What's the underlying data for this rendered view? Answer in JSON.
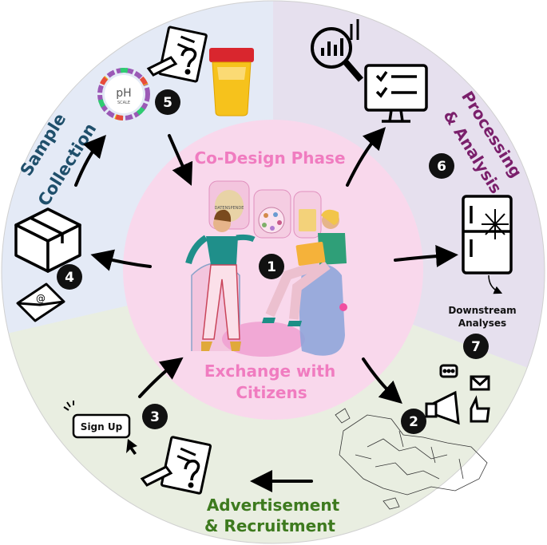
{
  "center": {
    "top_label": "Co-Design Phase",
    "bottom_label_line1": "Exchange with",
    "bottom_label_line2": "Citizens",
    "label_color": "#f07cc0",
    "step": "1",
    "jar_text": "DATENSPENDE"
  },
  "quadrants": {
    "sample_collection": {
      "line1": "Sample",
      "line2": "Collection",
      "color": "#1f4f6b",
      "bg": "#e4eaf6"
    },
    "processing": {
      "line1": "Processing",
      "line2": "& Analysis",
      "color": "#7a1f6b",
      "bg": "#e6e0ee"
    },
    "advertisement": {
      "line1": "Advertisement",
      "line2": "& Recruitment",
      "color": "#3d7a1e",
      "bg": "#e9eee1"
    }
  },
  "steps": {
    "two": "2",
    "three": "3",
    "four": "4",
    "five": "5",
    "six": "6",
    "seven": "7"
  },
  "sign_up": "Sign Up",
  "ph_badge": {
    "main": "pH",
    "sub": "SCALE"
  },
  "downstream": {
    "line1": "Downstream",
    "line2": "Analyses"
  },
  "icons": [
    "questionnaire-icon",
    "ph-scale-icon",
    "sample-cup-icon",
    "analytics-icon",
    "monitor-checklist-icon",
    "freezer-icon",
    "package-box-icon",
    "email-icon",
    "sign-up-icon",
    "megaphone-icon",
    "europe-map-icon"
  ]
}
